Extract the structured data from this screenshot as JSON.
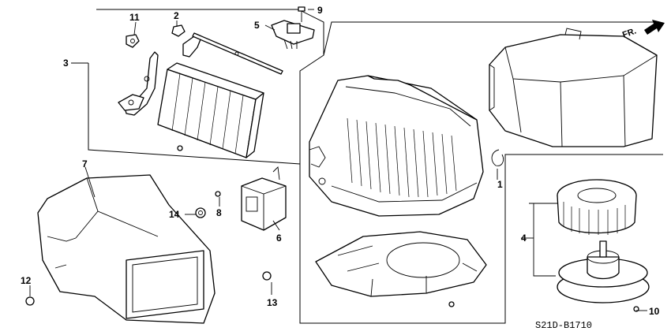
{
  "diagram": {
    "drawing_code": "S21D-B1710",
    "direction_label": "FR.",
    "callouts": {
      "c1": "1",
      "c2": "2",
      "c3": "3",
      "c4": "4",
      "c5": "5",
      "c6": "6",
      "c7": "7",
      "c8": "8",
      "c9": "9",
      "c10": "10",
      "c11": "11",
      "c12": "12",
      "c13": "13",
      "c14": "14"
    }
  }
}
